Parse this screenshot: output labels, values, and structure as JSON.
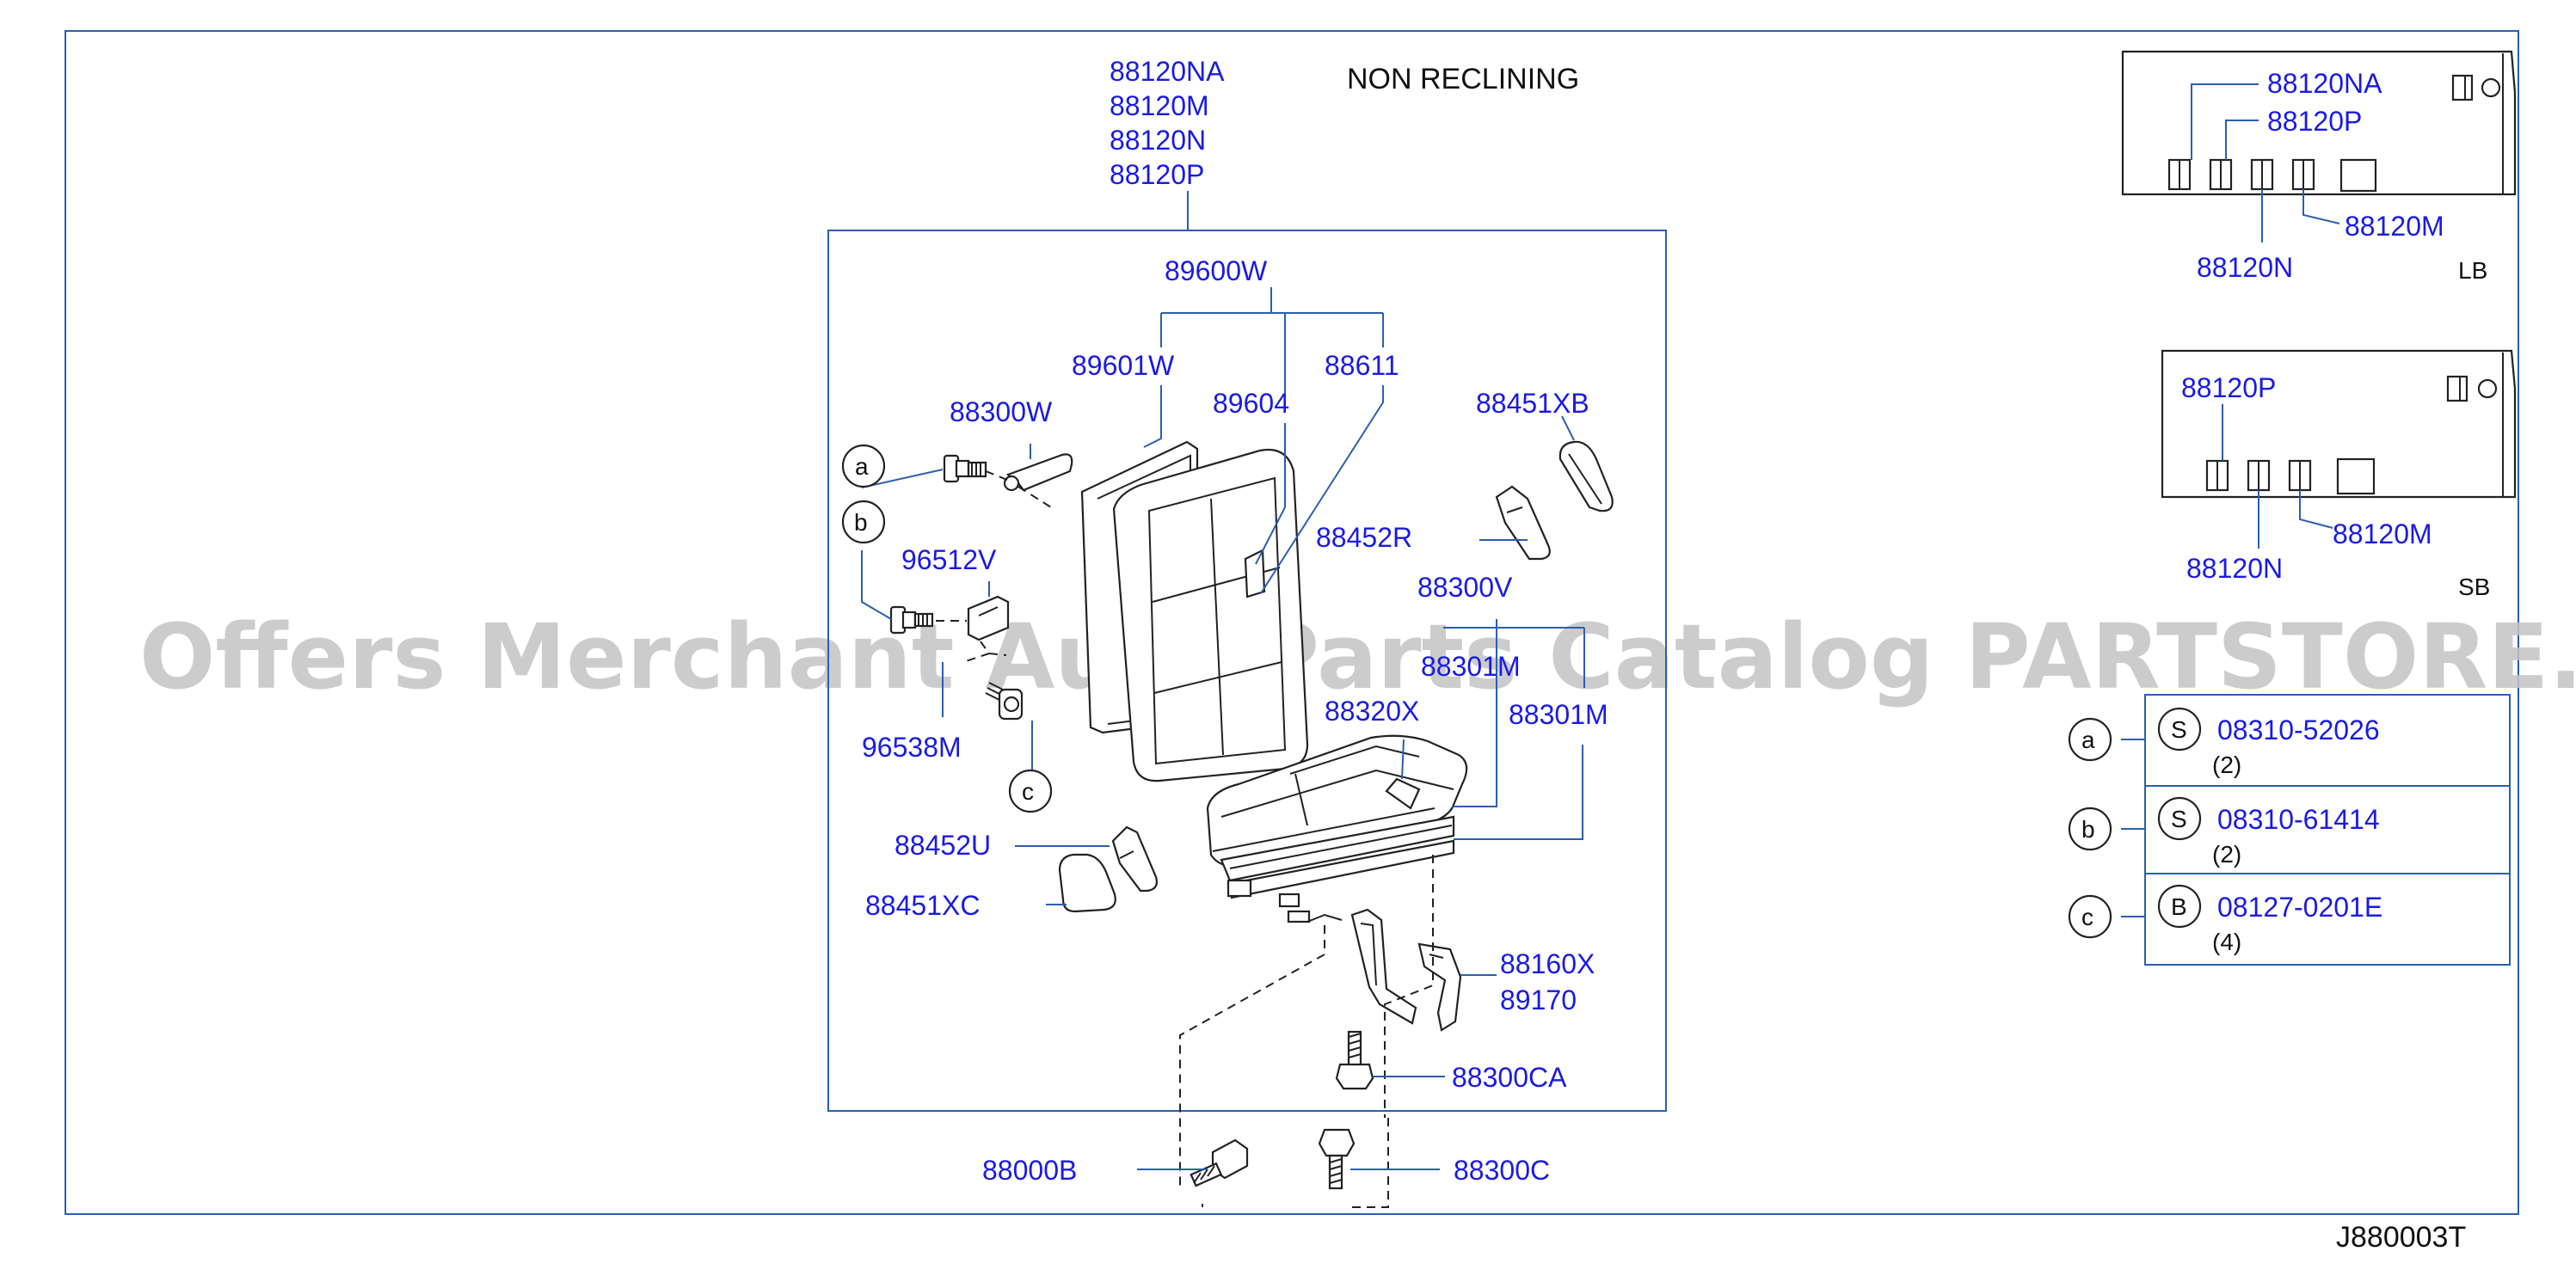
{
  "title": "NON  RECLINING",
  "diagram_code": "J880003T",
  "watermark": "Offers Merchant Auto Parts Catalog PARTSTORE.SA",
  "seat_assembly_parts": [
    "88120NA",
    "88120M",
    "88120N",
    "88120P"
  ],
  "part_labels": {
    "p89600W": "89600W",
    "p89601W": "89601W",
    "p89604": "89604",
    "p88611": "88611",
    "p88300W": "88300W",
    "p88451XB": "88451XB",
    "p96512V": "96512V",
    "p88452R": "88452R",
    "p88300V": "88300V",
    "p88301M_upper": "88301M",
    "p88320X": "88320X",
    "p88301M": "88301M",
    "p96538M": "96538M",
    "p88452U": "88452U",
    "p88451XC": "88451XC",
    "p88160X": "88160X",
    "p89170": "89170",
    "p88300CA": "88300CA",
    "p88000B": "88000B",
    "p88300C": "88300C"
  },
  "callouts": {
    "a": "a",
    "b": "b",
    "c": "c"
  },
  "lb_inset": {
    "tag": "LB",
    "labels": {
      "na": "88120NA",
      "p": "88120P",
      "m": "88120M",
      "n": "88120N"
    }
  },
  "sb_inset": {
    "tag": "SB",
    "labels": {
      "p": "88120P",
      "m": "88120M",
      "n": "88120N"
    }
  },
  "fastener_table": [
    {
      "ref": "a",
      "type": "S",
      "part": "08310-52026",
      "qty": "(2)"
    },
    {
      "ref": "b",
      "type": "S",
      "part": "08310-61414",
      "qty": "(2)"
    },
    {
      "ref": "c",
      "type": "B",
      "part": "08127-0201E",
      "qty": "(4)"
    }
  ]
}
